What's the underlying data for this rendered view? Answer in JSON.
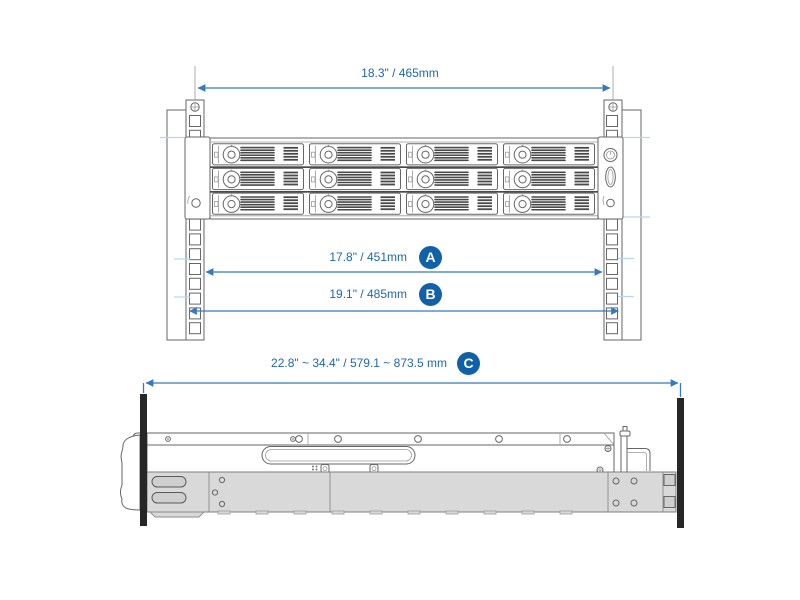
{
  "dimensions": {
    "top_width": {
      "text": "18.3\" / 465mm"
    },
    "a": {
      "text": "17.8\" / 451mm",
      "badge": "A"
    },
    "b": {
      "text": "19.1\" / 485mm",
      "badge": "B"
    },
    "c": {
      "text": "22.8\" ~ 34.4\" / 579.1 ~ 873.5 mm",
      "badge": "C"
    }
  },
  "colors": {
    "dimension_line": "#3579bf",
    "dimension_text": "#1d67b0",
    "badge_fill": "#1061a8",
    "badge_text": "#ffffff",
    "guide_line": "#b5d8ef",
    "outline": "#666666",
    "rail_fill": "#d9d9d9",
    "post_bar": "#262626"
  },
  "front_view": {
    "drive_bays": {
      "rows": 3,
      "cols": 4
    },
    "rack_holes_per_post": 15
  },
  "side_view": {
    "top_strip_holes": [
      299,
      338,
      418,
      499,
      567
    ],
    "top_strip_screws": [
      168,
      293
    ],
    "rail_tabs": [
      218,
      256,
      294,
      332,
      370,
      408,
      446,
      484,
      522,
      560
    ]
  }
}
